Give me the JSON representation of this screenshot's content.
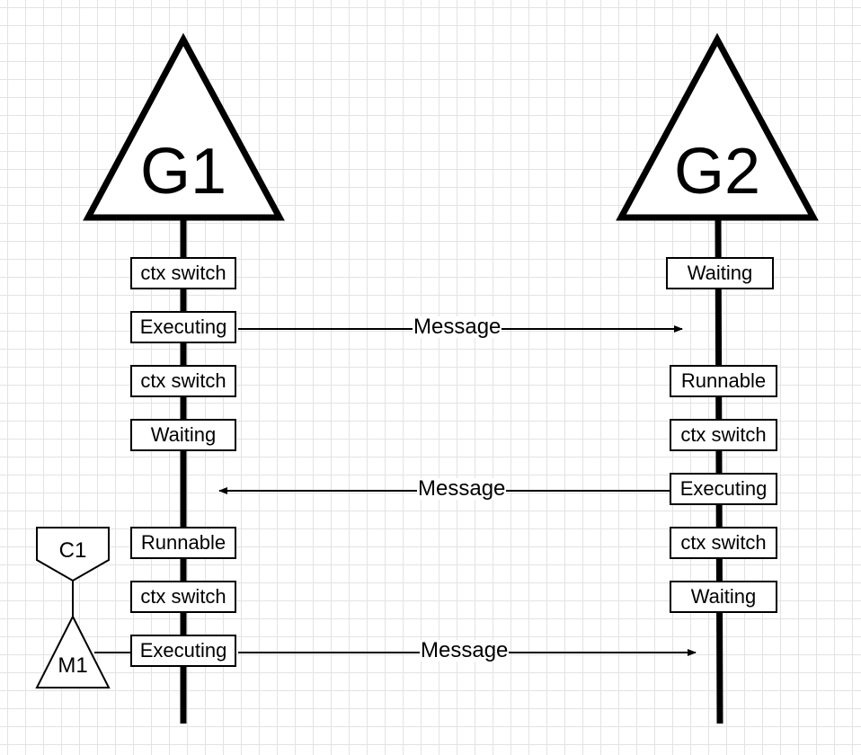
{
  "goroutines": [
    {
      "id": "g1",
      "label": "G1"
    },
    {
      "id": "g2",
      "label": "G2"
    }
  ],
  "g1_states": [
    "ctx switch",
    "Executing",
    "ctx switch",
    "Waiting",
    "Runnable",
    "ctx switch",
    "Executing"
  ],
  "g2_states": [
    "Waiting",
    "Runnable",
    "ctx switch",
    "Executing",
    "ctx switch",
    "Waiting"
  ],
  "messages": [
    {
      "label": "Message",
      "from": "G1",
      "to": "G2"
    },
    {
      "label": "Message",
      "from": "G2",
      "to": "G1"
    },
    {
      "label": "Message",
      "from": "G1",
      "to": "G2"
    }
  ],
  "side_nodes": {
    "c1": "C1",
    "m1": "M1"
  }
}
